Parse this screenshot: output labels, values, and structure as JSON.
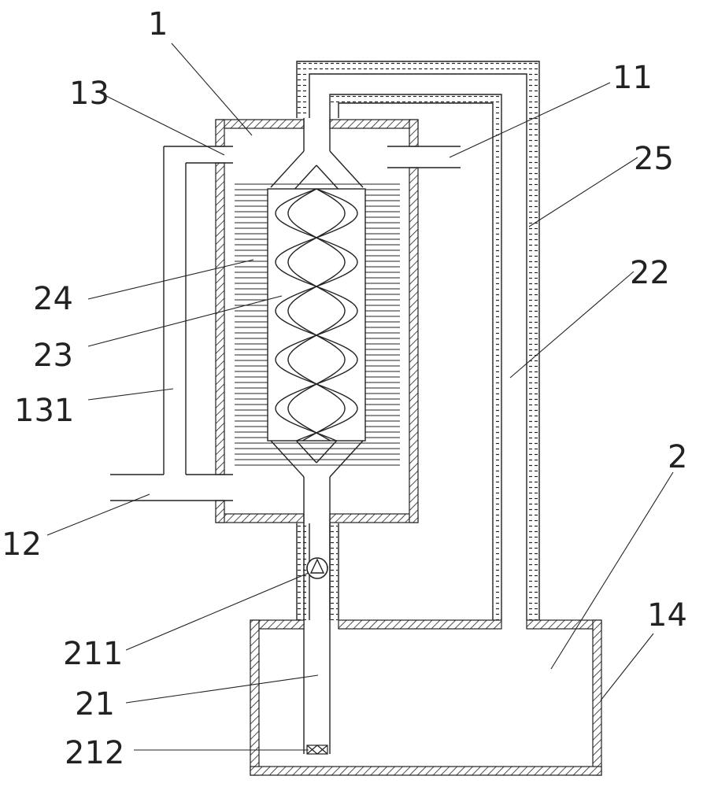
{
  "labels": {
    "l1": "1",
    "l13": "13",
    "l11": "11",
    "l25": "25",
    "l24": "24",
    "l22": "22",
    "l23": "23",
    "l131": "131",
    "l12": "12",
    "l2": "2",
    "l14": "14",
    "l211": "211",
    "l21": "21",
    "l212": "212"
  },
  "colors": {
    "line": "#222222",
    "background": "#ffffff"
  }
}
